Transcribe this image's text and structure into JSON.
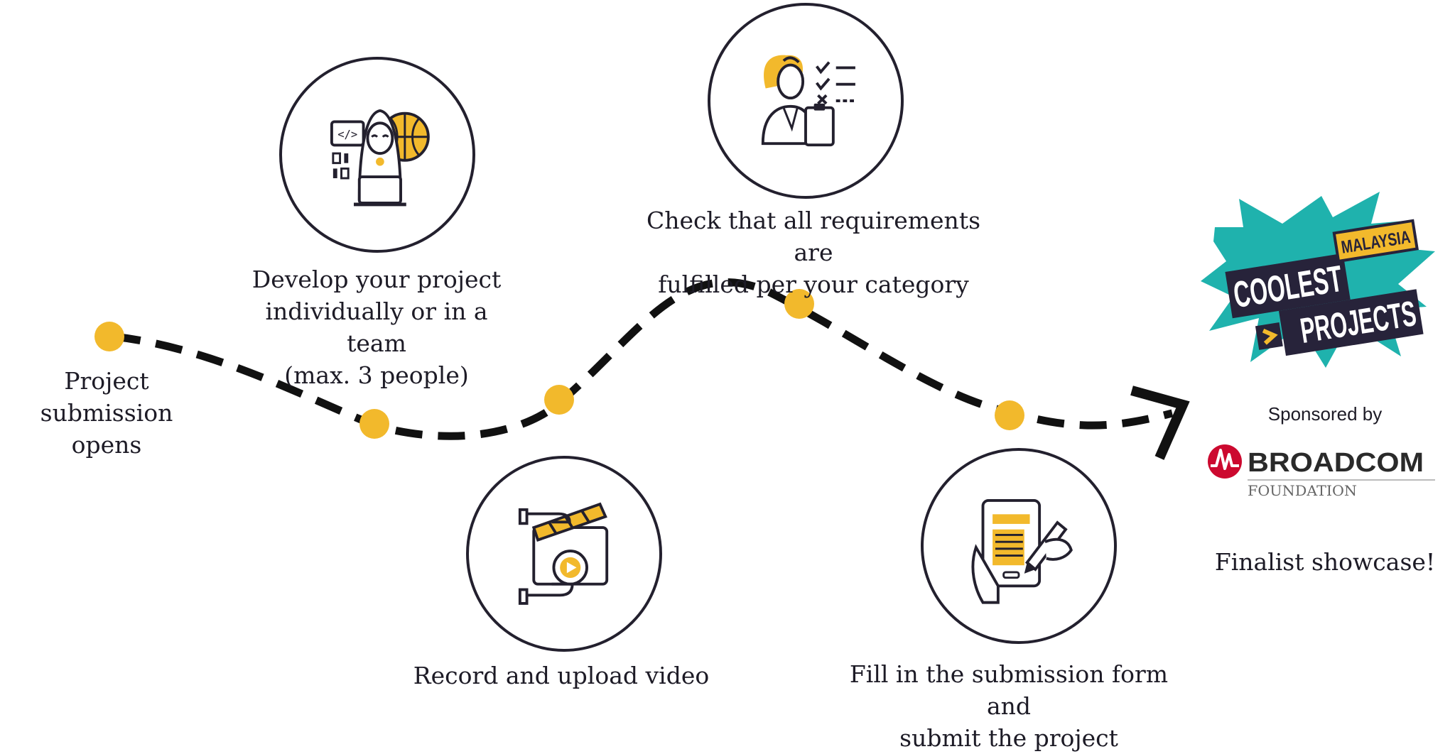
{
  "steps": [
    {
      "id": "submission-opens",
      "label": "Project submission\nopens",
      "icon": "none"
    },
    {
      "id": "develop",
      "label": "Develop your project\nindividually or in a team\n(max. 3 people)",
      "icon": "developer-globe-icon"
    },
    {
      "id": "record",
      "label": "Record and upload video",
      "icon": "clapperboard-video-icon"
    },
    {
      "id": "check",
      "label": "Check that all requirements are\nfulfilled per your category",
      "icon": "checklist-person-icon"
    },
    {
      "id": "fill-form",
      "label": "Fill in the submission form and\nsubmit the project",
      "icon": "tablet-form-icon"
    }
  ],
  "final": {
    "sponsored_by": "Sponsored by",
    "sponsor_name": "BROADCOM",
    "sponsor_sub": "FOUNDATION",
    "showcase": "Finalist showcase!"
  },
  "logo": {
    "line1": "COOLEST",
    "line2": "PROJECTS",
    "badge": "MALAYSIA"
  },
  "colors": {
    "dot": "#f2b92c",
    "path": "#111111",
    "outline": "#23202e",
    "accent": "#f2b92c",
    "logo_teal": "#1fb2ad",
    "logo_navy": "#27233a",
    "broadcom_red": "#cc092f"
  }
}
